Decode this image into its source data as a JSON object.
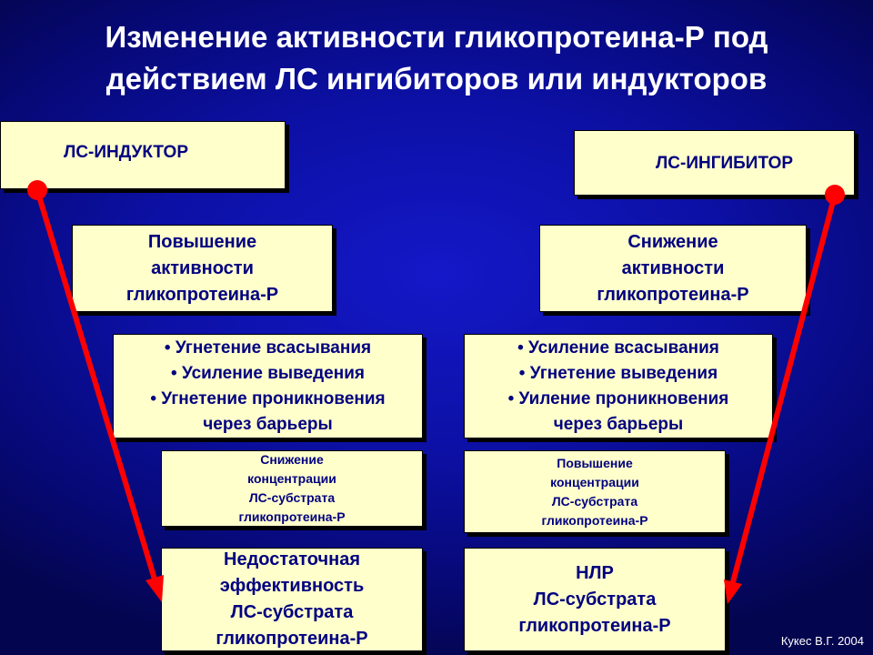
{
  "title": {
    "line1": "Изменение активности гликопротеина-Р под",
    "line2": "действием ЛС ингибиторов или индукторов"
  },
  "inducer": {
    "header": "ЛС-ИНДУКТОР",
    "activity": [
      "Повышение",
      "активности",
      "гликопротеина-Р"
    ],
    "effects": [
      "Угнетение всасывания",
      "Усиление выведения",
      "Угнетение проникновения",
      "через барьеры"
    ],
    "concentration": [
      "Снижение",
      "концентрации",
      "ЛС-субстрата",
      "гликопротеина-Р"
    ],
    "outcome": [
      "Недостаточная",
      "эффективность",
      "ЛС-субстрата",
      "гликопротеина-Р"
    ]
  },
  "inhibitor": {
    "header": "ЛС-ИНГИБИТОР",
    "activity": [
      "Снижение",
      "активности",
      "гликопротеина-Р"
    ],
    "effects": [
      "Усиление всасывания",
      "Угнетение выведения",
      "Уиление проникновения",
      "через барьеры"
    ],
    "concentration": [
      "Повышение",
      "концентрации",
      "ЛС-субстрата",
      "гликопротеина-Р"
    ],
    "outcome": [
      "НЛР",
      "ЛС-субстрата",
      "гликопротеина-Р"
    ]
  },
  "credit": "Кукес В.Г. 2004",
  "colors": {
    "background": "#0c10a4",
    "box_fill": "#ffffcc",
    "box_text": "#000080",
    "arrow": "#ff0000",
    "title_text": "#ffffff"
  }
}
